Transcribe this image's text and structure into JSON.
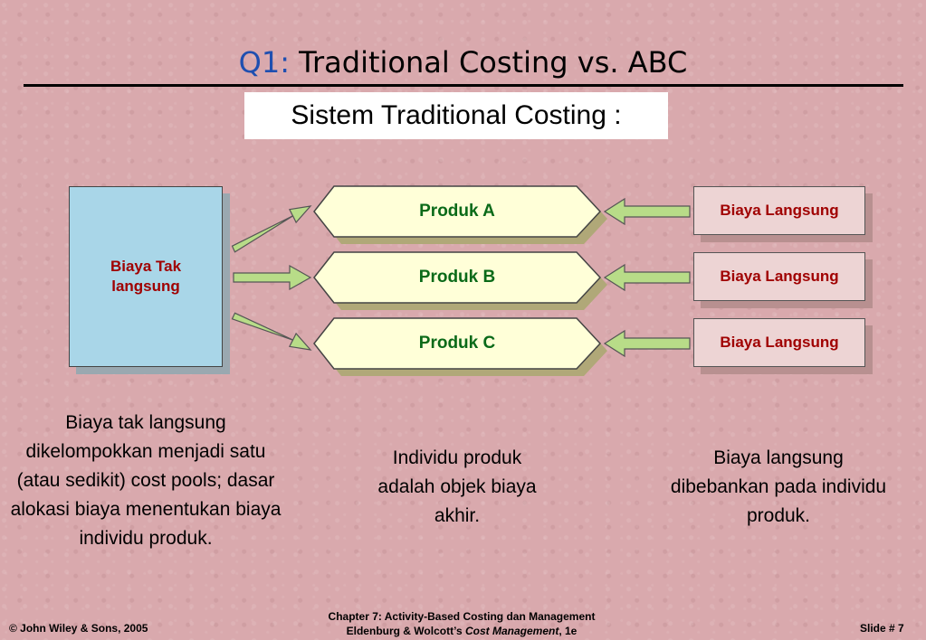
{
  "slide": {
    "title_prefix": "Q1:",
    "title_main": " Traditional Costing vs. ABC",
    "subtitle": "Sistem Traditional Costing :"
  },
  "diagram": {
    "indirect_label": "Biaya Tak\nlangsung",
    "products": [
      "Produk A",
      "Produk B",
      "Produk C"
    ],
    "direct_labels": [
      "Biaya Langsung",
      "Biaya Langsung",
      "Biaya Langsung"
    ],
    "colors": {
      "indirect_fill": "#a9d6e8",
      "product_fill": "#ffffd8",
      "direct_fill": "#edd4d4",
      "arrow_fill": "#b8dc88",
      "label_red": "#a00000",
      "label_green": "#0a6a18"
    }
  },
  "descriptions": {
    "left": "Biaya tak langsung dikelompokkan menjadi satu (atau sedikit) cost pools; dasar alokasi biaya menentukan biaya individu produk.",
    "middle": "Individu produk adalah objek biaya akhir.",
    "right": "Biaya langsung dibebankan pada individu produk."
  },
  "footer": {
    "copyright": "© John Wiley & Sons, 2005",
    "chapter_line": "Chapter 7: Activity-Based Costing dan Management",
    "book_prefix": "Eldenburg & Wolcott’s ",
    "book_title": "Cost Management",
    "book_suffix": ", 1e",
    "slide_label": "Slide #  7"
  }
}
